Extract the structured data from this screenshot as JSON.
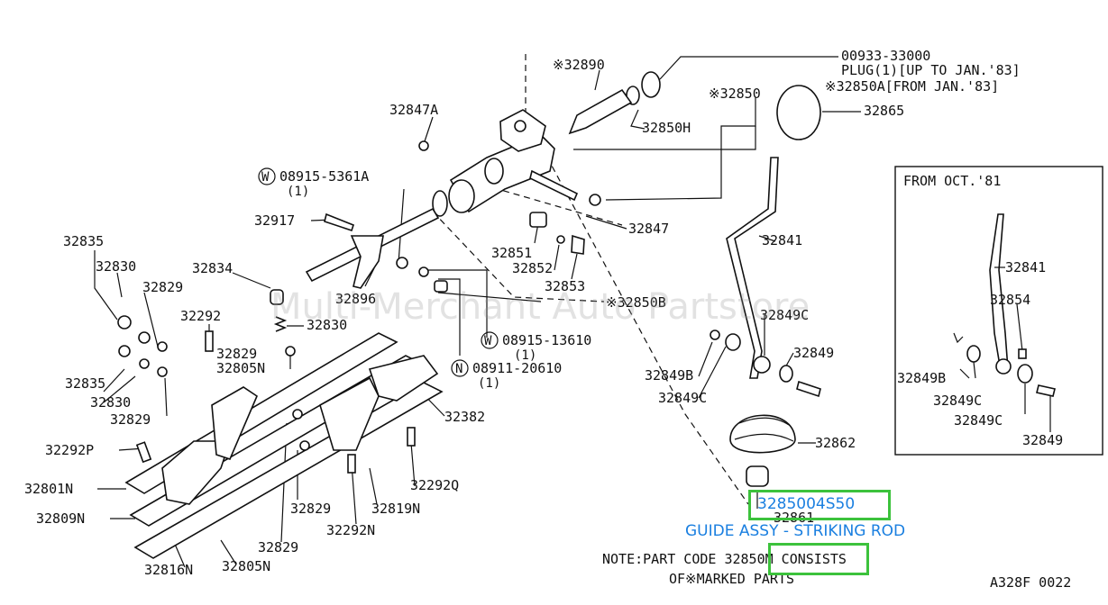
{
  "watermark": "Multi-Merchant Auto Partstore",
  "labels": {
    "p00933": "00933-33000",
    "plug": "PLUG(1)[UP TO JAN.'83]",
    "p32850A": "※32850A[FROM JAN.'83]",
    "p32890": "※32890",
    "p32850": "※32850",
    "p32865": "32865",
    "p32847A": "32847A",
    "p32850H": "32850H",
    "w08915_5361A": "08915-5361A",
    "w08915_5361A_qty": "(1)",
    "p32917": "32917",
    "p32847": "32847",
    "p32851": "32851",
    "p32852": "32852",
    "p32853": "32853",
    "p32841": "32841",
    "p32835a": "32835",
    "p32830a": "32830",
    "p32834": "32834",
    "p32829a": "32829",
    "p32896": "32896",
    "p32850B": "※32850B",
    "p32292": "32292",
    "p32830b": "32830",
    "p32849C_a": "32849C",
    "w08915_13610": "08915-13610",
    "w08915_13610_qty": "(1)",
    "p32849a": "32849",
    "p32829b": "32829",
    "p32805N_a": "32805N",
    "n08911_20610": "08911-20610",
    "n08911_20610_qty": "(1)",
    "p32849B_a": "32849B",
    "p32849C_b": "32849C",
    "p32835b": "32835",
    "p32830c": "32830",
    "p32382": "32382",
    "p32829c": "32829",
    "p32862": "32862",
    "p32292P": "32292P",
    "p32801N": "32801N",
    "p32292Q": "32292Q",
    "p32809N": "32809N",
    "p32829d": "32829",
    "p32819N": "32819N",
    "p32861": "32861",
    "p32292N": "32292N",
    "p32829e": "32829",
    "p32816N": "32816N",
    "p32805N_b": "32805N",
    "w_circle": "W",
    "n_circle": "N",
    "note_line1": "NOTE:PART CODE 32850M CONSISTS",
    "note_line2": "OF※MARKED PARTS",
    "diagram_code": "A328F 0022"
  },
  "inset": {
    "title": "FROM OCT.'81",
    "p32841": "32841",
    "p32854": "32854",
    "p32849B": "32849B",
    "p32849C_a": "32849C",
    "p32849C_b": "32849C",
    "p32849": "32849"
  },
  "highlight": {
    "part_number": "3285004S50",
    "part_name": "GUIDE ASSY - STRIKING ROD",
    "color": "#3cc23c",
    "text_color": "#1a7fe0"
  }
}
